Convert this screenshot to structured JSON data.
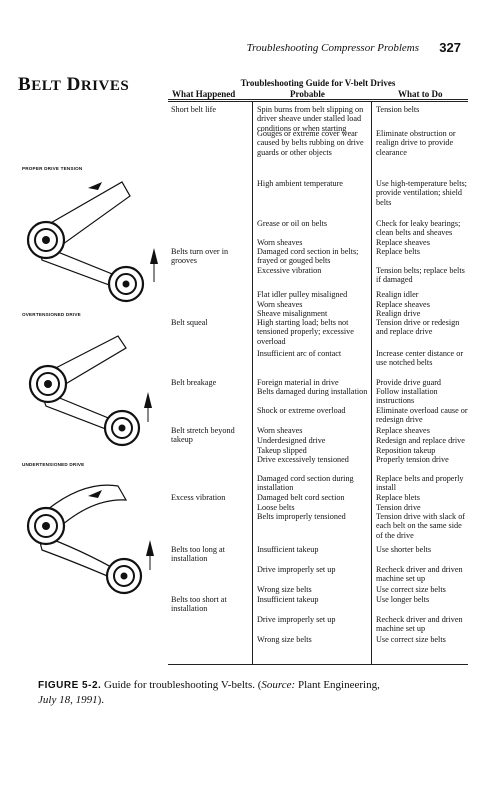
{
  "running_head": {
    "title": "Troubleshooting Compressor Problems",
    "page_number": "327"
  },
  "section_title": {
    "first": "B",
    "first_rest": "ELT",
    "second": "D",
    "second_rest": "RIVES"
  },
  "figure": {
    "labels": [
      "PROPER DRIVE TENSION",
      "OVERTENSIONED DRIVE",
      "UNDERTENSIONED DRIVE"
    ]
  },
  "guide": {
    "title": "Troubleshooting Guide for V-belt Drives",
    "columns": [
      "What Happened",
      "Probable",
      "What to Do"
    ],
    "rows": [
      {
        "what": "Short belt life",
        "probable": "Spin burns from belt slipping on driver sheave under stalled load conditions or when starting",
        "todo": "Tension belts"
      },
      {
        "what": "",
        "probable": "Gouges or extreme cover wear caused by belts rubbing on drive guards or other objects",
        "todo": "Eliminate obstruction or realign drive to provide clearance"
      },
      {
        "what": "",
        "probable": "High ambient temperature",
        "todo": "Use high-temperature belts; provide ventilation; shield belts"
      },
      {
        "what": "",
        "probable": "Grease or oil on belts",
        "todo": "Check for leaky bearings; clean belts and sheaves"
      },
      {
        "what": "",
        "probable": "Worn sheaves",
        "todo": "Replace sheaves"
      },
      {
        "what": "Belts turn over in grooves",
        "probable": "Damaged cord section in belts; frayed or gouged belts",
        "todo": "Replace belts"
      },
      {
        "what": "",
        "probable": "Excessive vibration",
        "todo": "Tension belts; replace belts if damaged"
      },
      {
        "what": "",
        "probable": "Flat idler pulley misaligned",
        "todo": "Realign idler"
      },
      {
        "what": "",
        "probable": "Worn sheaves",
        "todo": "Replace sheaves"
      },
      {
        "what": "",
        "probable": "Sheave misalignment",
        "todo": "Realign drive"
      },
      {
        "what": "Belt squeal",
        "probable": "High starting load; belts not tensioned properly; excessive overload",
        "todo": "Tension drive or redesign and replace drive"
      },
      {
        "what": "",
        "probable": "Insufficient arc of contact",
        "todo": "Increase center distance or use notched belts"
      },
      {
        "what": "Belt breakage",
        "probable": "Foreign material in drive",
        "todo": "Provide drive guard"
      },
      {
        "what": "",
        "probable": "Belts damaged during installation",
        "todo": "Follow installation instructions"
      },
      {
        "what": "",
        "probable": "Shock or extreme overload",
        "todo": "Eliminate overload cause or redesign drive"
      },
      {
        "what": "Belt stretch beyond takeup",
        "probable": "Worn sheaves",
        "todo": "Replace sheaves"
      },
      {
        "what": "",
        "probable": "Underdesigned drive",
        "todo": "Redesign and replace drive"
      },
      {
        "what": "",
        "probable": "Takeup slipped",
        "todo": "Reposition takeup"
      },
      {
        "what": "",
        "probable": "Drive excessively tensioned",
        "todo": "Properly tension drive"
      },
      {
        "what": "",
        "probable": "Damaged cord section during installation",
        "todo": "Replace belts and properly install"
      },
      {
        "what": "Excess vibration",
        "probable": "Damaged belt cord section",
        "todo": "Replace blets"
      },
      {
        "what": "",
        "probable": "Loose belts",
        "todo": "Tension drive"
      },
      {
        "what": "",
        "probable": "Belts improperly tensioned",
        "todo": "Tension drive with slack of each belt on the same side of the drive"
      },
      {
        "what": "Belts too long at installation",
        "probable": "Insufficient takeup",
        "todo": "Use shorter belts"
      },
      {
        "what": "",
        "probable": "Drive improperly set up",
        "todo": "Recheck driver and driven machine set up"
      },
      {
        "what": "",
        "probable": "Wrong size belts",
        "todo": "Use correct size belts"
      },
      {
        "what": "Belts too short at installation",
        "probable": "Insufficient takeup",
        "todo": "Use longer belts"
      },
      {
        "what": "",
        "probable": "Drive improperly set up",
        "todo": "Recheck driver and driven machine set up"
      },
      {
        "what": "",
        "probable": "Wrong size belts",
        "todo": "Use correct size belts"
      }
    ]
  },
  "caption": {
    "figure_number": "FIGURE 5-2.",
    "text": " Guide for troubleshooting V-belts. (",
    "source_label": "Source:",
    "source": " Plant Engineering,",
    "date": "July 18, 1991",
    "end": ")."
  }
}
